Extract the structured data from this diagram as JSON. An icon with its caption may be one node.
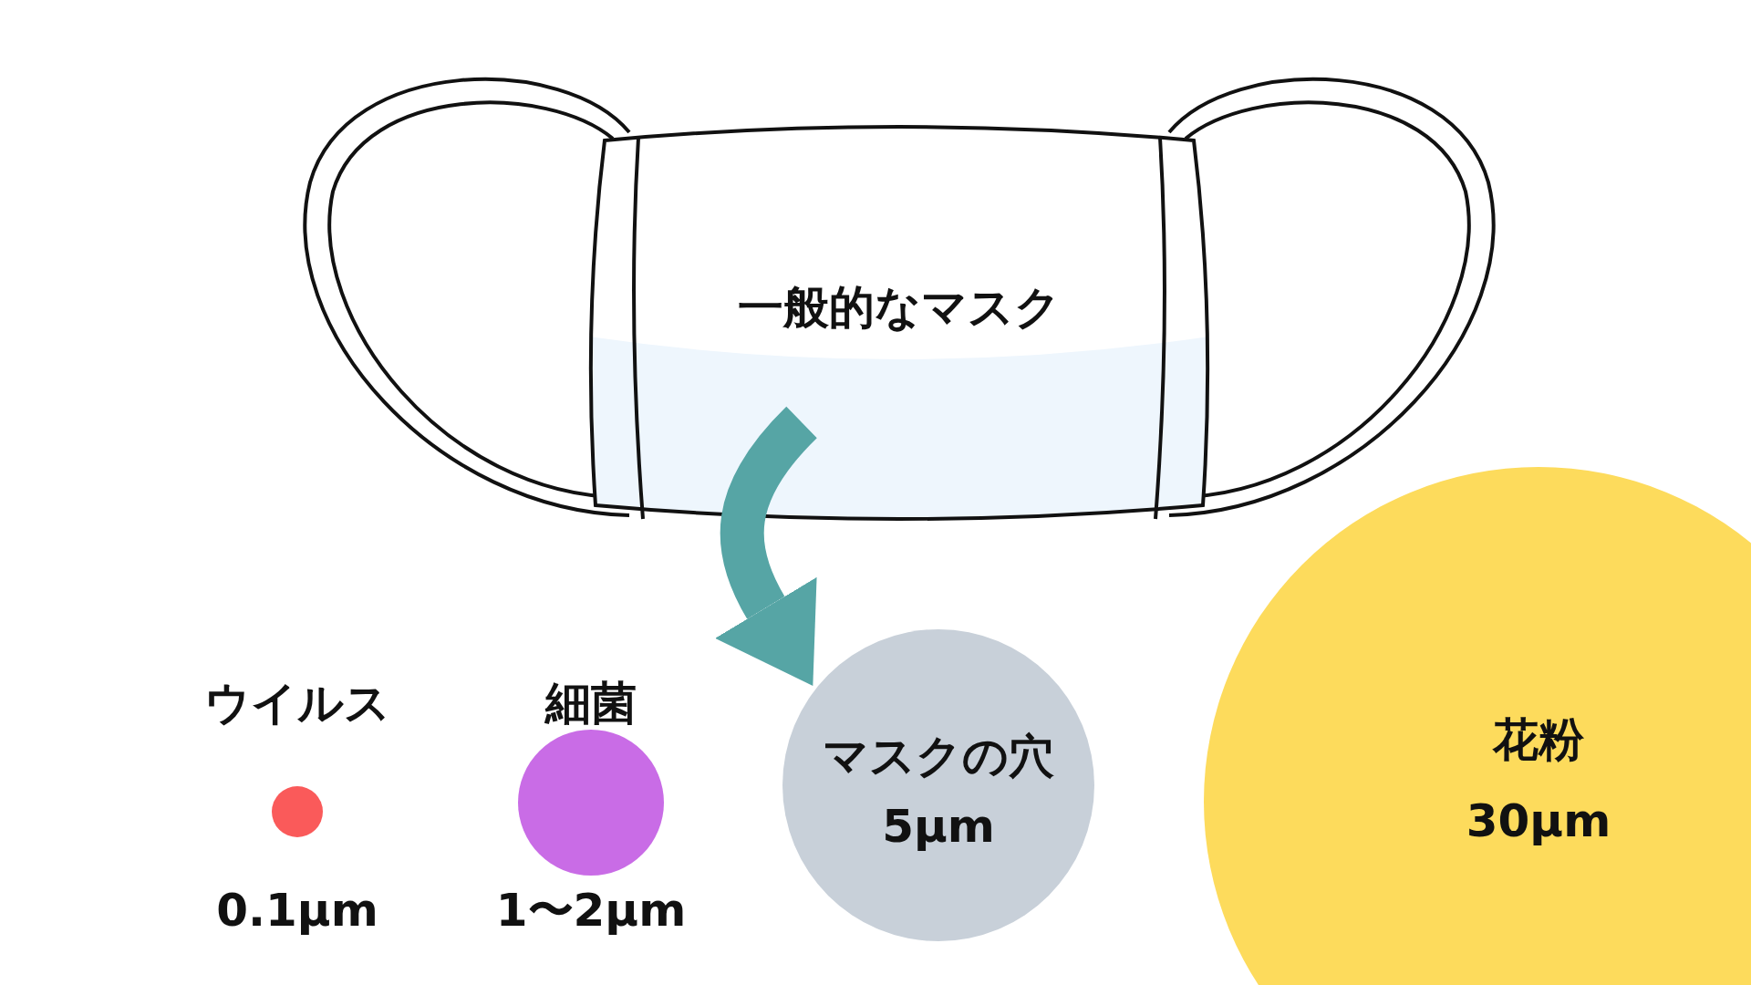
{
  "diagram": {
    "nodes": [
      {
        "text": [
          "一般的なマスク"
        ]
      },
      {
        "text": [
          "ウイルス",
          "0.1µm"
        ]
      },
      {
        "text": [
          "細菌",
          "1〜2µm"
        ]
      },
      {
        "text": [
          "マスクの穴",
          "5µm"
        ]
      },
      {
        "text": [
          "花粉",
          "30µm"
        ]
      }
    ],
    "edges": [
      {
        "from": 0,
        "to": 3,
        "arrow": "to"
      }
    ]
  }
}
